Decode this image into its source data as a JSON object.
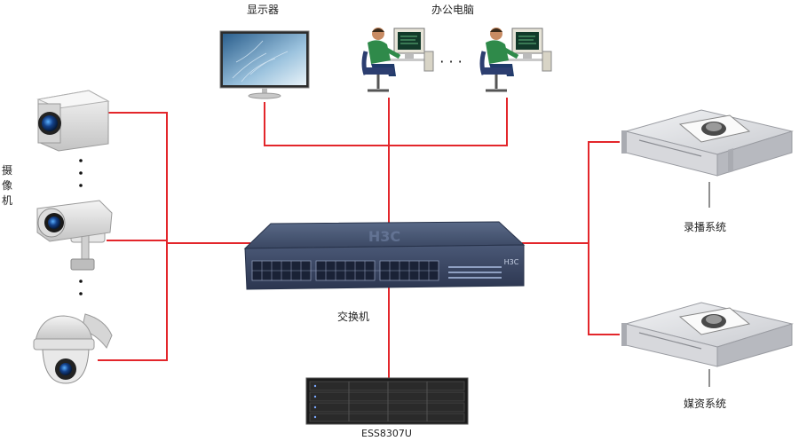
{
  "labels": {
    "monitor": "显示器",
    "office_pcs": "办公电脑",
    "pc_ellipsis": "· · ·",
    "camera": "摄像机",
    "switch": "交换机",
    "storage": "ESS8307U",
    "recording": "录播系统",
    "media": "媒资系统"
  },
  "switch_brand": "H3C",
  "colors": {
    "link": "#e3262b",
    "switch_body": "#3d4b66",
    "server_body": "#d9dade"
  },
  "icons": [
    "camera-box-icon",
    "camera-bullet-icon",
    "camera-dome-icon",
    "monitor-icon",
    "office-pc-icon",
    "network-switch-icon",
    "storage-array-icon",
    "server-icon"
  ]
}
